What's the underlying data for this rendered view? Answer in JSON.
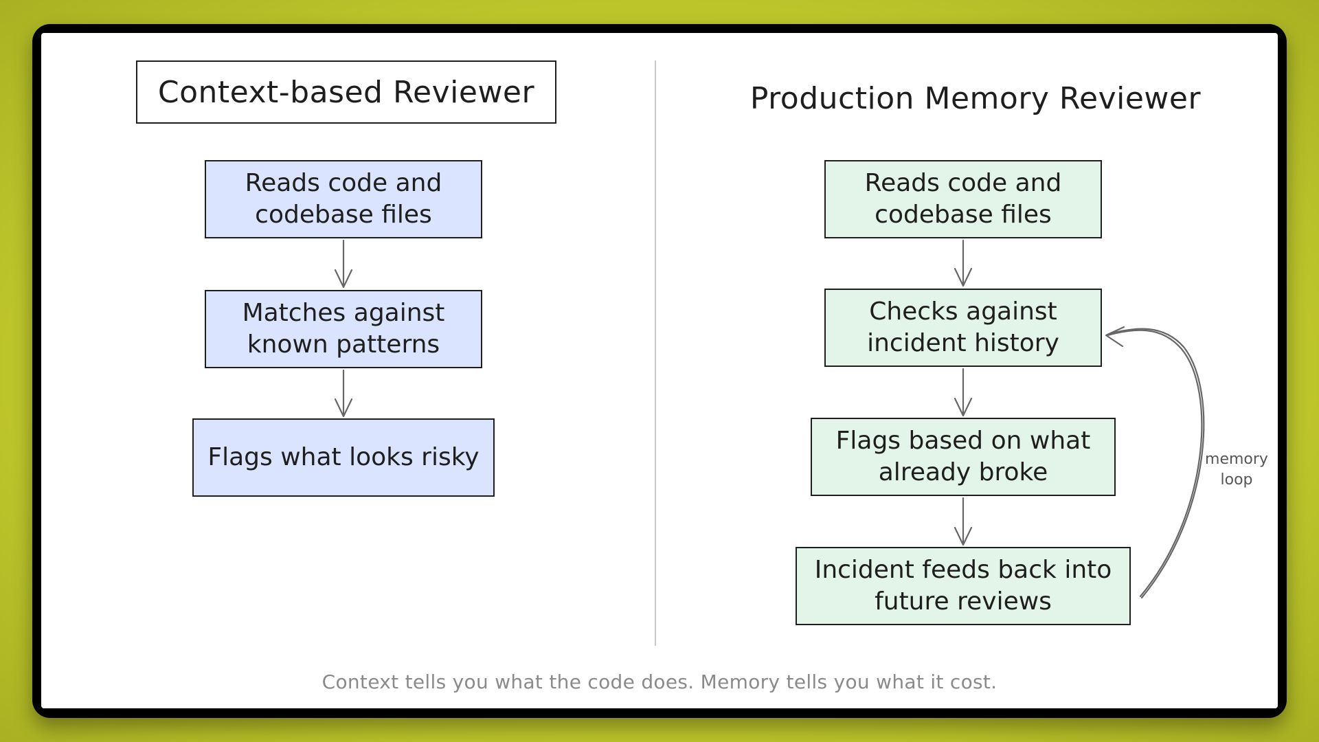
{
  "left": {
    "title": "Context-based Reviewer",
    "steps": [
      "Reads code and\ncodebase files",
      "Matches against\nknown patterns",
      "Flags what looks risky"
    ]
  },
  "right": {
    "title": "Production Memory Reviewer",
    "steps": [
      "Reads code and\ncodebase files",
      "Checks against\nincident history",
      "Flags based on what\nalready broke",
      "Incident feeds back into\nfuture reviews"
    ],
    "loop_label": "memory\nloop"
  },
  "caption": "Context tells you what the code does. Memory tells you what it cost.",
  "colors": {
    "background": "#c4cc2e",
    "left_node_fill": "#dbe4ff",
    "right_node_fill": "#e3f4e8",
    "stroke": "#1e1e1e",
    "caption": "#8a8a8a"
  }
}
